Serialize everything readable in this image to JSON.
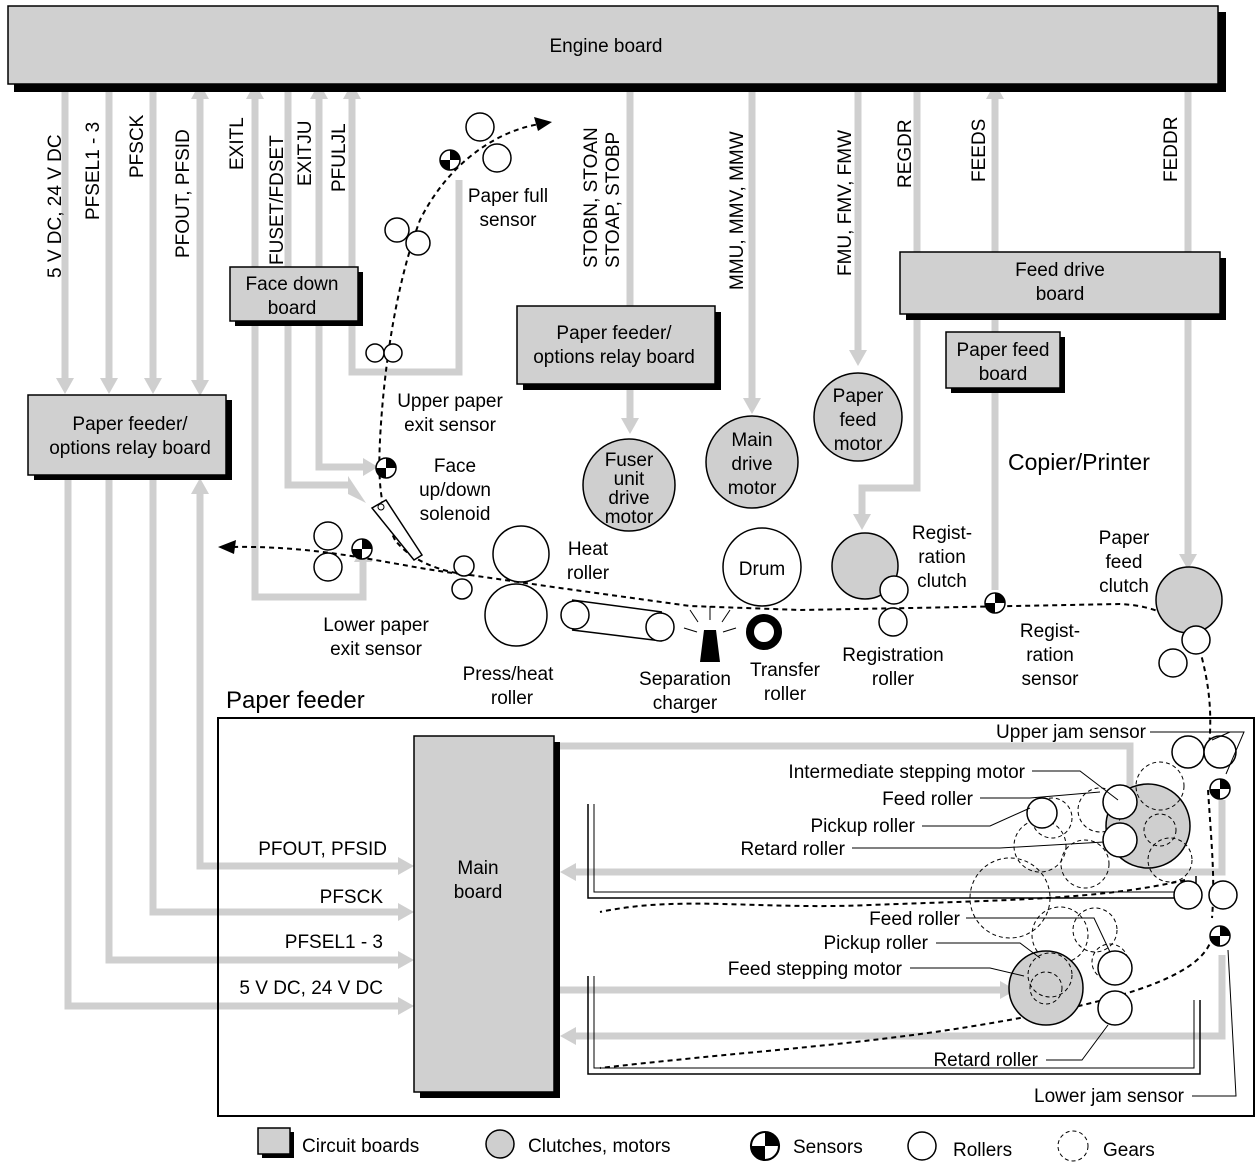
{
  "boards": {
    "engine": "Engine board",
    "face_down": [
      "Face down",
      "board"
    ],
    "relay_left": [
      "Paper feeder/",
      "options relay board"
    ],
    "relay_mid": [
      "Paper feeder/",
      "options relay board"
    ],
    "feed_drive": [
      "Feed drive",
      "board"
    ],
    "paper_feed_board": [
      "Paper feed",
      "board"
    ],
    "main_board": [
      "Main",
      "board"
    ]
  },
  "signals": {
    "s1": "5 V DC, 24 V DC",
    "s2": "PFSEL1 - 3",
    "s3": "PFSCK",
    "s4": "PFOUT, PFSID",
    "s5": "EXITL",
    "s6": "FUSET/FDSET",
    "s7": "EXITJU",
    "s8": "PFULJL",
    "s9": [
      "STOBN, STOAN",
      "STOAP, STOBP"
    ],
    "s10": "MMU, MMV, MMW",
    "s11": "FMU, FMV, FMW",
    "s12": "REGDR",
    "s13": "FEEDS",
    "s14": "FEDDR"
  },
  "feeder_signals": {
    "f1": "PFOUT, PFSID",
    "f2": "PFSCK",
    "f3": "PFSEL1 - 3",
    "f4": "5 V DC, 24 V DC"
  },
  "motors": {
    "fuser": [
      "Fuser",
      "unit",
      "drive",
      "motor"
    ],
    "main_drive": [
      "Main",
      "drive",
      "motor"
    ],
    "paper_feed_motor": [
      "Paper",
      "feed",
      "motor"
    ]
  },
  "labels": {
    "paper_full_sensor": [
      "Paper full",
      "sensor"
    ],
    "upper_exit_sensor": [
      "Upper paper",
      "exit sensor"
    ],
    "face_solenoid": [
      "Face",
      "up/down",
      "solenoid"
    ],
    "lower_exit_sensor": [
      "Lower paper",
      "exit sensor"
    ],
    "heat_roller": [
      "Heat",
      "roller"
    ],
    "press_heat_roller": [
      "Press/heat",
      "roller"
    ],
    "separation_charger": [
      "Separation",
      "charger"
    ],
    "transfer_roller": [
      "Transfer",
      "roller"
    ],
    "drum": "Drum",
    "registration_clutch": [
      "Regist-",
      "ration",
      "clutch"
    ],
    "registration_roller": [
      "Registration",
      "roller"
    ],
    "registration_sensor": [
      "Regist-",
      "ration",
      "sensor"
    ],
    "paper_feed_clutch": [
      "Paper",
      "feed",
      "clutch"
    ],
    "copier_printer": "Copier/Printer",
    "paper_feeder": "Paper feeder",
    "upper_jam_sensor": "Upper jam sensor",
    "intermediate_motor": "Intermediate stepping motor",
    "feed_roller_1": "Feed roller",
    "pickup_roller_1": "Pickup roller",
    "retard_roller_1": "Retard roller",
    "feed_roller_2": "Feed roller",
    "pickup_roller_2": "Pickup roller",
    "feed_stepping_motor": "Feed stepping motor",
    "retard_roller_2": "Retard roller",
    "lower_jam_sensor": "Lower jam sensor"
  },
  "legend": {
    "circuit_boards": "Circuit boards",
    "clutches_motors": "Clutches, motors",
    "sensors": "Sensors",
    "rollers": "Rollers",
    "gears": "Gears"
  },
  "colors": {
    "board_fill": "#d0d0d0",
    "wire": "#cfcfcf"
  }
}
